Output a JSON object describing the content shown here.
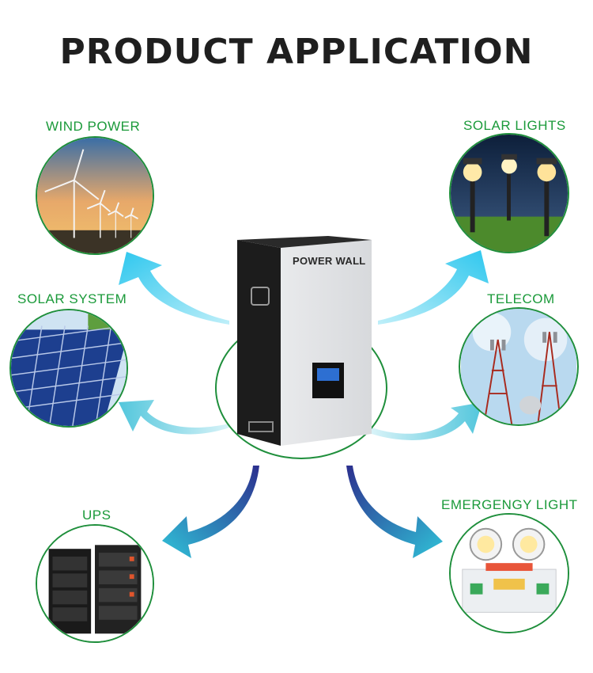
{
  "title": "PRODUCT APPLICATION",
  "applications": {
    "wind_power": "WIND POWER",
    "solar_system": "SOLAR SYSTEM",
    "ups": "UPS",
    "solar_lights": "SOLAR LIGHTS",
    "telecom": "TELECOM",
    "emergency_light": "EMERGENGY LIGHT"
  },
  "product": {
    "name": "POWER WALL"
  },
  "colors": {
    "label_green": "#1b9a3a",
    "circle_border": "#1f8f3c",
    "arrow_light": "#2fd0f0",
    "arrow_dark": "#3a3fa0"
  }
}
